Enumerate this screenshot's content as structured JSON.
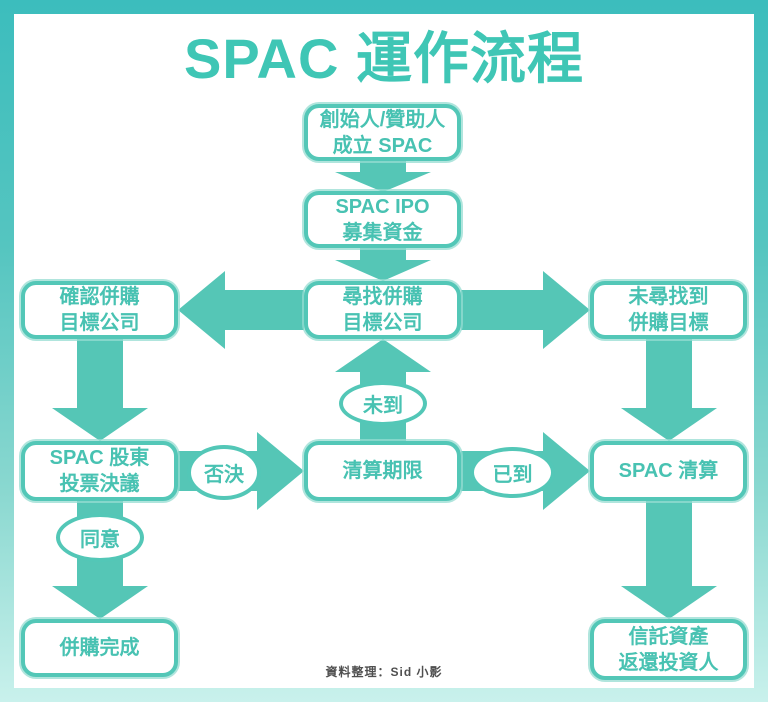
{
  "title": "SPAC 運作流程",
  "source_note": "資料整理：Sid 小影",
  "colors": {
    "teal_main": "#53c7b7",
    "teal_text": "#48c2b2",
    "title_teal": "#3fc6b5",
    "frame_top": "#3cbdbd",
    "frame_bottom": "#c9f1ec",
    "box_bg": "#ffffff",
    "source_text": "#4f4f4f"
  },
  "nodes": {
    "founders": {
      "line1": "創始人/贊助人",
      "line2": "成立 SPAC"
    },
    "ipo": {
      "line1": "SPAC IPO",
      "line2": "募集資金"
    },
    "find_target": {
      "line1": "尋找併購",
      "line2": "目標公司"
    },
    "confirm_target": {
      "line1": "確認併購",
      "line2": "目標公司"
    },
    "not_found": {
      "line1": "未尋找到",
      "line2": "併購目標"
    },
    "shareholder_vote": {
      "line1": "SPAC 股東",
      "line2": "投票決議"
    },
    "deadline": {
      "line1": "清算期限"
    },
    "spac_liquidation": {
      "line1": "SPAC 清算"
    },
    "merger_complete": {
      "line1": "併購完成"
    },
    "trust_return": {
      "line1": "信託資產",
      "line2": "返還投資人"
    }
  },
  "edge_labels": {
    "not_due": "未到",
    "veto": "否決",
    "due": "已到",
    "agree": "同意"
  }
}
